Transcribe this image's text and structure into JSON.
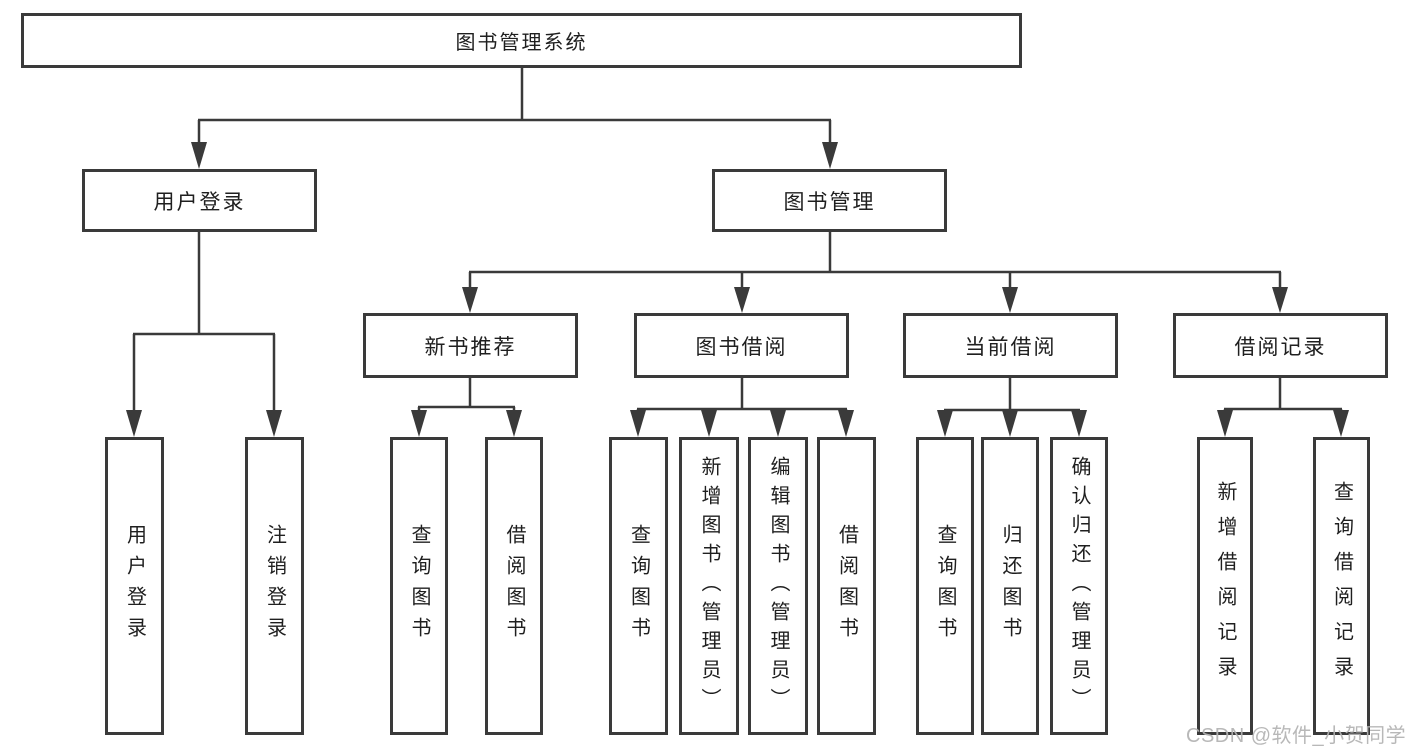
{
  "diagram": {
    "type": "hierarchy-tree",
    "root": {
      "label": "图书管理系统"
    },
    "level2": {
      "user_login": {
        "label": "用户登录"
      },
      "book_mgmt": {
        "label": "图书管理"
      }
    },
    "level3": {
      "new_book_rec": {
        "label": "新书推荐",
        "parent": "图书管理"
      },
      "book_borrow": {
        "label": "图书借阅",
        "parent": "图书管理"
      },
      "current_borrow": {
        "label": "当前借阅",
        "parent": "图书管理"
      },
      "borrow_record": {
        "label": "借阅记录",
        "parent": "图书管理"
      }
    },
    "leaves": {
      "login": {
        "label": "用户登录",
        "parent": "用户登录"
      },
      "logout": {
        "label": "注销登录",
        "parent": "用户登录"
      },
      "nb_query": {
        "label": "查询图书",
        "parent": "新书推荐"
      },
      "nb_borrow": {
        "label": "借阅图书",
        "parent": "新书推荐"
      },
      "bb_query": {
        "label": "查询图书",
        "parent": "图书借阅"
      },
      "bb_add": {
        "label": "新增图书（管理员）",
        "parent": "图书借阅"
      },
      "bb_edit": {
        "label": "编辑图书（管理员）",
        "parent": "图书借阅"
      },
      "bb_borrow": {
        "label": "借阅图书",
        "parent": "图书借阅"
      },
      "cb_query": {
        "label": "查询图书",
        "parent": "当前借阅"
      },
      "cb_return": {
        "label": "归还图书",
        "parent": "当前借阅"
      },
      "cb_confirm": {
        "label": "确认归还（管理员）",
        "parent": "当前借阅"
      },
      "br_add": {
        "label": "新增借阅记录",
        "parent": "借阅记录"
      },
      "br_query": {
        "label": "查询借阅记录",
        "parent": "借阅记录"
      }
    }
  },
  "watermark": {
    "text": "CSDN @软件_小贺同学"
  },
  "colors": {
    "line": "#3a3a3a",
    "text": "#1f1f1f",
    "watermark": "#b3b3b3",
    "bg": "#ffffff"
  }
}
